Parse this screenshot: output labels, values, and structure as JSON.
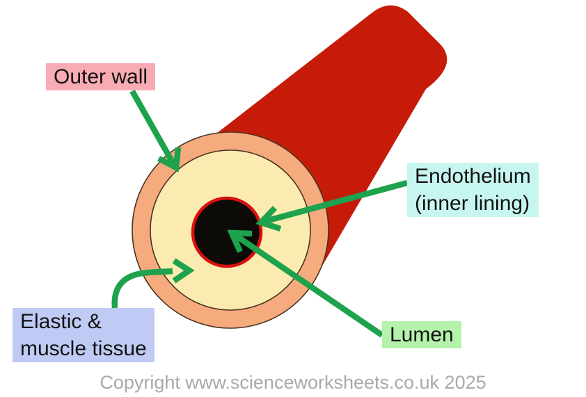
{
  "labels": {
    "outer_wall": {
      "text": "Outer wall",
      "bg": "#F8ABB2"
    },
    "endothelium": {
      "line1": "Endothelium",
      "line2": "(inner lining)",
      "bg": "#C7F6F0"
    },
    "elastic_muscle": {
      "line1": "Elastic &",
      "line2": "muscle tissue",
      "bg": "#BFCBF4"
    },
    "lumen": {
      "text": "Lumen",
      "bg": "#B5F2AC"
    }
  },
  "colors": {
    "vessel_body": "#C61B08",
    "outer_wall_layer": "#F6AB7F",
    "muscle_layer": "#FBEBB0",
    "lumen_fill": "#0D0B08",
    "endothelium_ring": "#D8100F",
    "layer_outline": "#47331E",
    "arrow": "#1EA24D"
  },
  "footer": {
    "copyright": "Copyright www.scienceworksheets.co.uk 2025"
  }
}
